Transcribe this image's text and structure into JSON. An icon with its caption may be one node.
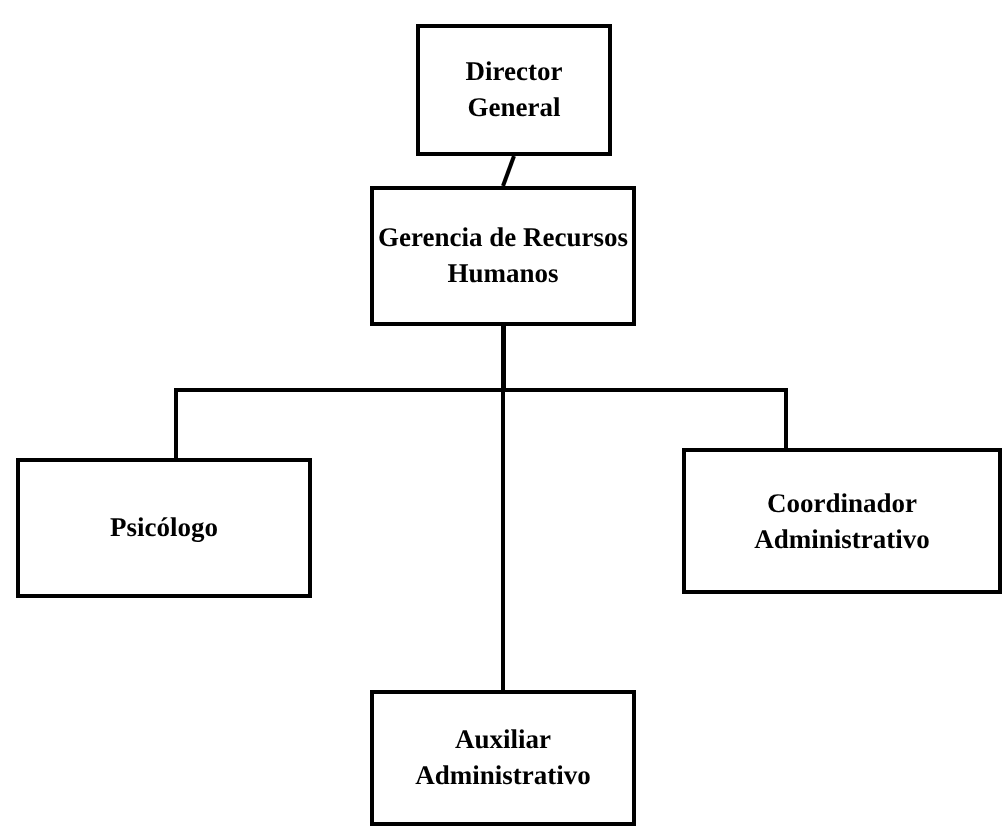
{
  "diagram": {
    "nodes": [
      {
        "text": [
          "Director General"
        ]
      },
      {
        "text": [
          "Gerencia de Recursos Humanos"
        ]
      },
      {
        "text": [
          "Psicólogo"
        ]
      },
      {
        "text": [
          "Coordinador Administrativo"
        ]
      },
      {
        "text": [
          "Auxiliar Administrativo"
        ]
      }
    ],
    "edges": [
      {
        "from": 0,
        "to": 1,
        "arrow": "none"
      },
      {
        "from": 1,
        "to": 2,
        "arrow": "none"
      },
      {
        "from": 1,
        "to": 3,
        "arrow": "none"
      },
      {
        "from": 1,
        "to": 4,
        "arrow": "none"
      }
    ]
  }
}
